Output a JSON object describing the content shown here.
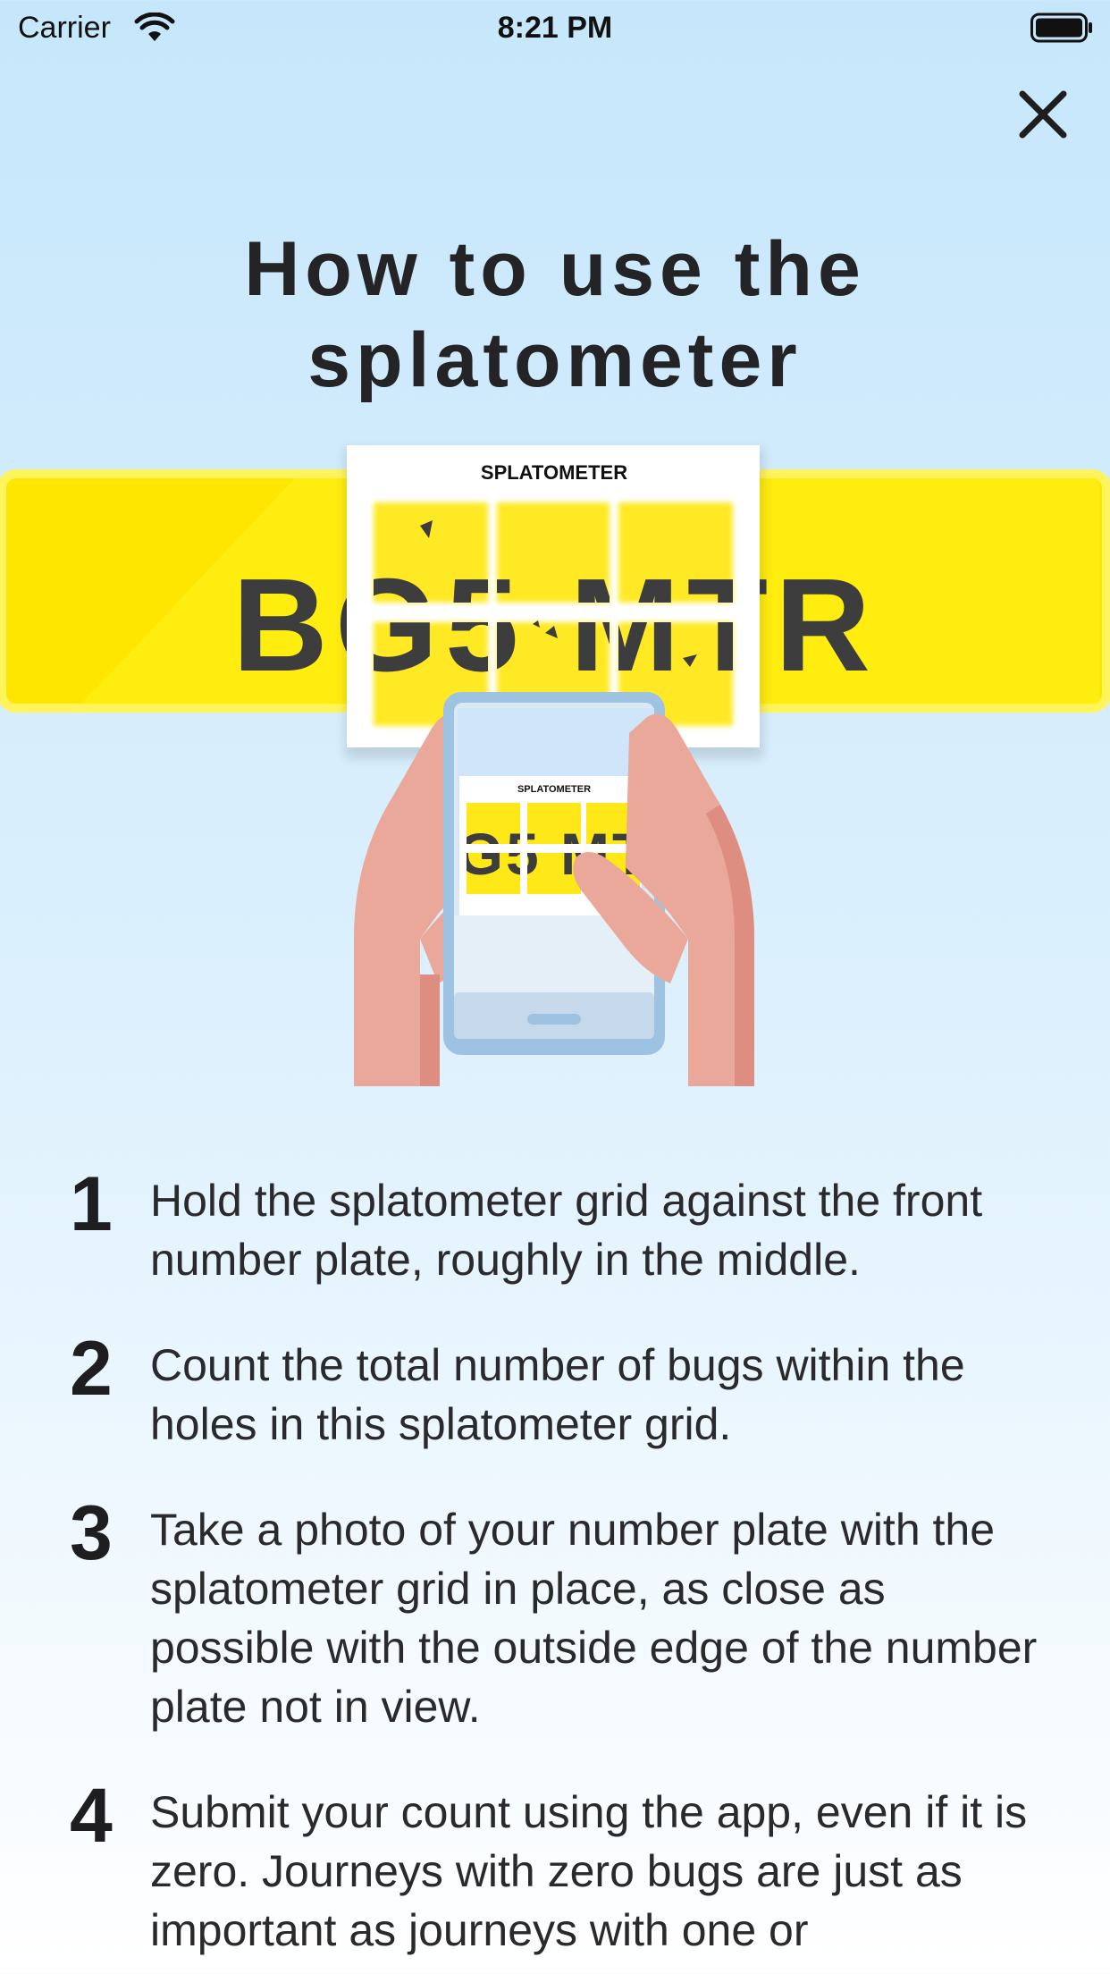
{
  "status_bar": {
    "carrier": "Carrier",
    "time": "8:21 PM",
    "icons": [
      "wifi-icon",
      "battery-icon"
    ]
  },
  "close_icon": "close-icon",
  "title": {
    "line1": "How to use the",
    "line2": "splatometer"
  },
  "illustration": {
    "plate_text": "BG5 MTR",
    "card_label": "SPLATOMETER",
    "phone_card_label": "SPLATOMETER",
    "colors": {
      "plate_yellow": "#ffe600",
      "plate_text": "#3d3d3d",
      "skin": "#e9a89a",
      "phone_frame": "#9ec3e2"
    }
  },
  "steps": [
    {
      "number": "1",
      "text": "Hold the splatometer grid against the front number plate, roughly in the middle."
    },
    {
      "number": "2",
      "text": "Count the total number of bugs within the holes in this splatometer grid."
    },
    {
      "number": "3",
      "text": "Take a photo of your number plate with the splatometer grid in place, as close as possible with the outside edge of the number plate not in view."
    },
    {
      "number": "4",
      "text": "Submit your count using the app, even if it is zero. Journeys with zero bugs are just as important as journeys with one or"
    }
  ]
}
